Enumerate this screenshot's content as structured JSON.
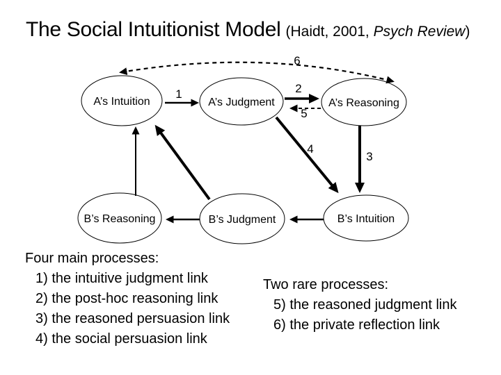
{
  "slide": {
    "title": {
      "main": "The Social Intuitionist Model",
      "citation_open": "(Haidt, 2001, ",
      "citation_italic": "Psych Review",
      "citation_close": ")"
    },
    "diagram": {
      "nodes": [
        {
          "label": "A’s Intuition"
        },
        {
          "label": "A’s Judgment"
        },
        {
          "label": "A’s Reasoning"
        },
        {
          "label": "B’s Reasoning"
        },
        {
          "label": "B’s Judgment"
        },
        {
          "label": "B’s Intuition"
        }
      ],
      "link_labels": [
        "1",
        "2",
        "3",
        "4",
        "5",
        "6"
      ]
    },
    "notes": {
      "main": {
        "heading": "Four main processes:",
        "items": [
          "1) the intuitive judgment link",
          "2) the post-hoc reasoning link",
          "3) the reasoned persuasion link",
          "4) the social persuasion link"
        ]
      },
      "rare": {
        "heading": "Two rare processes:",
        "items": [
          "5) the reasoned judgment link",
          "6) the private reflection link"
        ]
      }
    }
  }
}
